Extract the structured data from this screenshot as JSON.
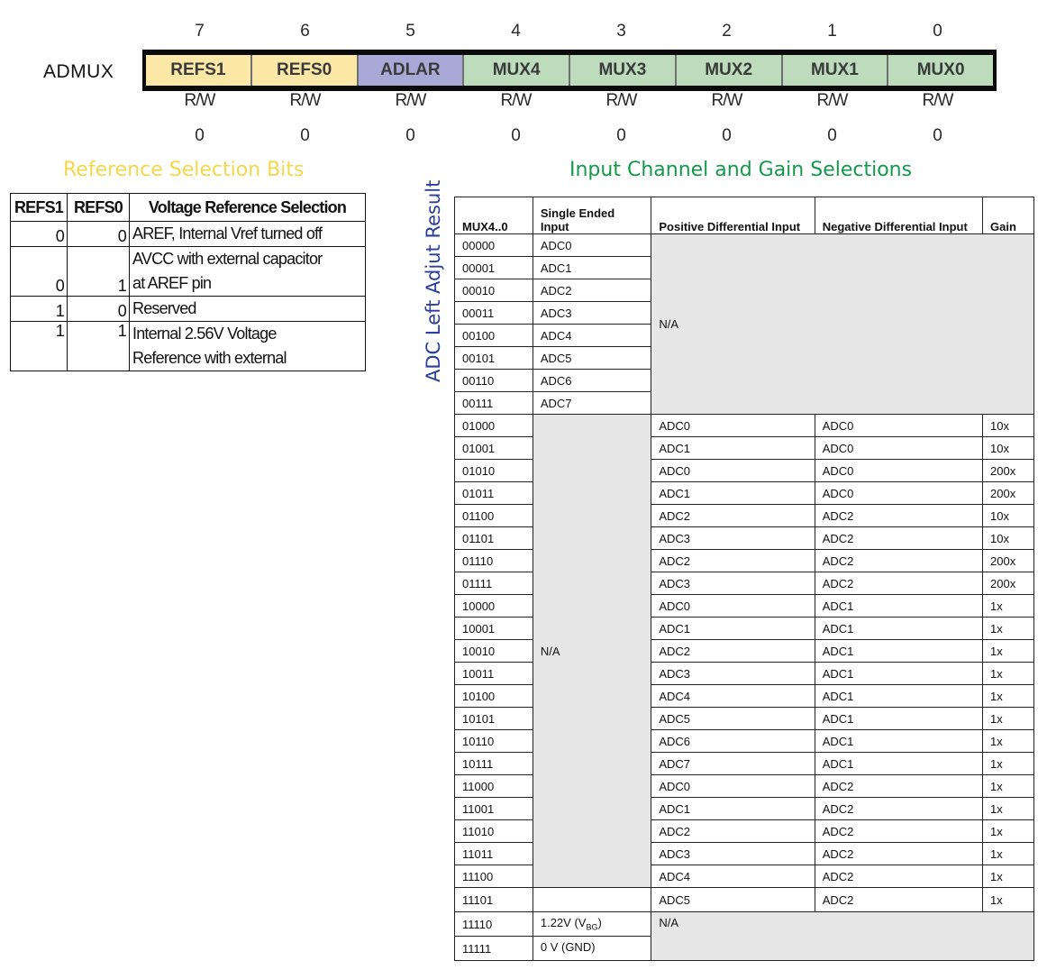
{
  "register": {
    "name": "ADMUX",
    "bit_numbers": [
      "7",
      "6",
      "5",
      "4",
      "3",
      "2",
      "1",
      "0"
    ],
    "bits": [
      {
        "label": "REFS1",
        "color": "#fbe7a6"
      },
      {
        "label": "REFS0",
        "color": "#fbe7a6"
      },
      {
        "label": "ADLAR",
        "color": "#a9a9d8"
      },
      {
        "label": "MUX4",
        "color": "#bcdcbc"
      },
      {
        "label": "MUX3",
        "color": "#bcdcbc"
      },
      {
        "label": "MUX2",
        "color": "#bcdcbc"
      },
      {
        "label": "MUX1",
        "color": "#bcdcbc"
      },
      {
        "label": "MUX0",
        "color": "#bcdcbc"
      }
    ],
    "rw": [
      "R/W",
      "R/W",
      "R/W",
      "R/W",
      "R/W",
      "R/W",
      "R/W",
      "R/W"
    ],
    "initial": [
      "0",
      "0",
      "0",
      "0",
      "0",
      "0",
      "0",
      "0"
    ]
  },
  "titles": {
    "reference": "Reference Selection Bits",
    "adlar": "ADC Left Adjut Result",
    "input": "Input Channel and Gain Selections"
  },
  "reference_table": {
    "headers": [
      "REFS1",
      "REFS0",
      "Voltage Reference Selection"
    ],
    "rows": [
      {
        "refs1": "0",
        "refs0": "0",
        "lines": [
          "AREF, Internal Vref turned off"
        ]
      },
      {
        "refs1": "0",
        "refs0": "1",
        "lines": [
          "AVCC with external capacitor",
          "at AREF pin"
        ]
      },
      {
        "refs1": "1",
        "refs0": "0",
        "lines": [
          "Reserved"
        ]
      },
      {
        "refs1": "1",
        "refs0": "1",
        "lines": [
          "Internal 2.56V Voltage",
          "Reference with external"
        ]
      }
    ]
  },
  "mux_table": {
    "headers": [
      "MUX4..0",
      "Single Ended Input",
      "Positive Differential Input",
      "Negative Differential Input",
      "Gain"
    ],
    "single_rows": [
      {
        "mux": "00000",
        "single": "ADC0"
      },
      {
        "mux": "00001",
        "single": "ADC1"
      },
      {
        "mux": "00010",
        "single": "ADC2"
      },
      {
        "mux": "00011",
        "single": "ADC3"
      },
      {
        "mux": "00100",
        "single": "ADC4"
      },
      {
        "mux": "00101",
        "single": "ADC5"
      },
      {
        "mux": "00110",
        "single": "ADC6"
      },
      {
        "mux": "00111",
        "single": "ADC7"
      }
    ],
    "single_na": "N/A",
    "diff_rows": [
      {
        "mux": "01000",
        "pos": "ADC0",
        "neg": "ADC0",
        "gain": "10x"
      },
      {
        "mux": "01001",
        "pos": "ADC1",
        "neg": "ADC0",
        "gain": "10x"
      },
      {
        "mux": "01010",
        "pos": "ADC0",
        "neg": "ADC0",
        "gain": "200x"
      },
      {
        "mux": "01011",
        "pos": "ADC1",
        "neg": "ADC0",
        "gain": "200x"
      },
      {
        "mux": "01100",
        "pos": "ADC2",
        "neg": "ADC2",
        "gain": "10x"
      },
      {
        "mux": "01101",
        "pos": "ADC3",
        "neg": "ADC2",
        "gain": "10x"
      },
      {
        "mux": "01110",
        "pos": "ADC2",
        "neg": "ADC2",
        "gain": "200x"
      },
      {
        "mux": "01111",
        "pos": "ADC3",
        "neg": "ADC2",
        "gain": "200x"
      },
      {
        "mux": "10000",
        "pos": "ADC0",
        "neg": "ADC1",
        "gain": "1x"
      },
      {
        "mux": "10001",
        "pos": "ADC1",
        "neg": "ADC1",
        "gain": "1x"
      },
      {
        "mux": "10010",
        "pos": "ADC2",
        "neg": "ADC1",
        "gain": "1x"
      },
      {
        "mux": "10011",
        "pos": "ADC3",
        "neg": "ADC1",
        "gain": "1x"
      },
      {
        "mux": "10100",
        "pos": "ADC4",
        "neg": "ADC1",
        "gain": "1x"
      },
      {
        "mux": "10101",
        "pos": "ADC5",
        "neg": "ADC1",
        "gain": "1x"
      },
      {
        "mux": "10110",
        "pos": "ADC6",
        "neg": "ADC1",
        "gain": "1x"
      },
      {
        "mux": "10111",
        "pos": "ADC7",
        "neg": "ADC1",
        "gain": "1x"
      },
      {
        "mux": "11000",
        "pos": "ADC0",
        "neg": "ADC2",
        "gain": "1x"
      },
      {
        "mux": "11001",
        "pos": "ADC1",
        "neg": "ADC2",
        "gain": "1x"
      },
      {
        "mux": "11010",
        "pos": "ADC2",
        "neg": "ADC2",
        "gain": "1x"
      },
      {
        "mux": "11011",
        "pos": "ADC3",
        "neg": "ADC2",
        "gain": "1x"
      },
      {
        "mux": "11100",
        "pos": "ADC4",
        "neg": "ADC2",
        "gain": "1x"
      }
    ],
    "diff_na": "N/A",
    "row_11101": {
      "mux": "11101",
      "single": "",
      "pos": "ADC5",
      "neg": "ADC2",
      "gain": "1x"
    },
    "tail_rows": [
      {
        "mux": "11110",
        "single_main": "1.22V (V",
        "single_sub": "BG",
        "single_close": ")"
      },
      {
        "mux": "11111",
        "single_main": "0 V (GND)",
        "single_sub": "",
        "single_close": ""
      }
    ],
    "tail_na": "N/A"
  }
}
